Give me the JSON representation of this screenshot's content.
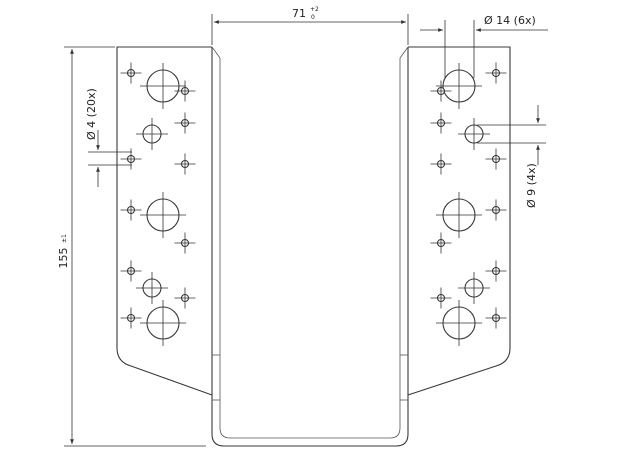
{
  "dimensions": {
    "width": {
      "value": "71",
      "tol_upper": "+2",
      "tol_lower": "0"
    },
    "height": {
      "value": "155",
      "tol": "±1"
    },
    "hole_large": {
      "label": "Ø 14 (6x)"
    },
    "hole_small": {
      "label": "Ø 4 (20x)"
    },
    "hole_medium": {
      "label": "Ø 9 (4x)"
    }
  },
  "colors": {
    "line": "#3a3a3a",
    "background": "#ffffff"
  }
}
